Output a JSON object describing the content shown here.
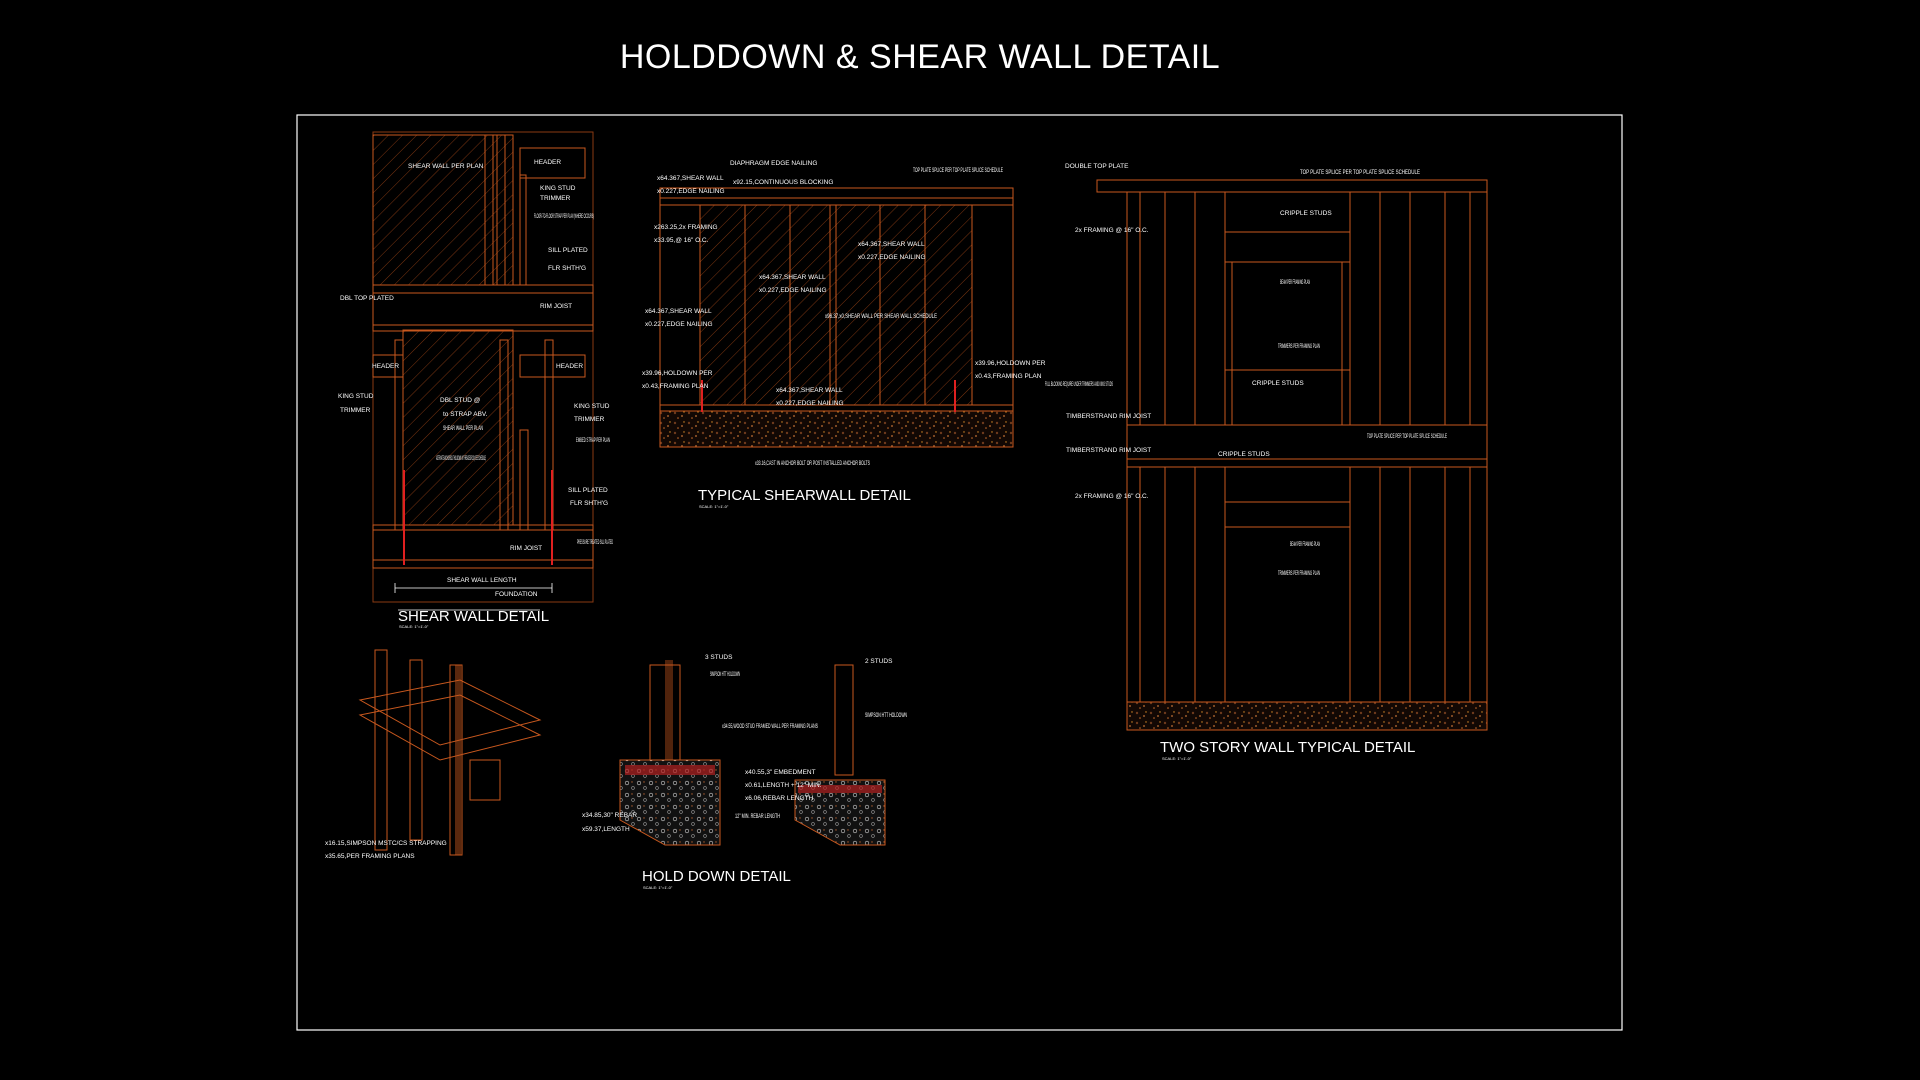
{
  "title": "HOLDDOWN & SHEAR WALL DETAIL",
  "colors": {
    "background": "#000000",
    "framing": "#c8581e",
    "text": "#ffffff",
    "dim": "#8a3a12",
    "highlight": "#e02020"
  },
  "details": {
    "shear_wall": {
      "title": "SHEAR WALL DETAIL",
      "scale": "SCALE: 1\"=1'-0\"",
      "labels": [
        "SHEAR WALL PER PLAN",
        "HEADER",
        "KING STUD",
        "TRIMMER",
        "FLOOR-TO-FLOOR STRAP PER PLAN (WHERE OCCURS)",
        "SILL PLATED",
        "FLR SHTH'G",
        "DBL TOP PLATED",
        "RIM JOIST",
        "HEADER",
        "HEADER",
        "KING STUD",
        "TRIMMER",
        "DBL STUD @",
        "to STRAP ABV.",
        "SHEAR WALL PER PLAN",
        "KING STUD",
        "TRIMMER",
        "EMBED STRAP PER PLAN",
        "ALTERNATE ANCHOR BOLT HOLDOWN W/ THREADED ROD (SEE SCHEDULE)",
        "SILL PLATED",
        "FLR SHTH'G",
        "RIM JOIST",
        "PRESSURE TREATED SILL PLATED",
        "SHEAR WALL LENGTH",
        "FOUNDATION"
      ]
    },
    "typical_shearwall": {
      "title": "TYPICAL SHEARWALL DETAIL",
      "scale": "SCALE: 1\"=1'-0\"",
      "labels": [
        "DIAPHRAGM EDGE NAILING",
        "TOP PLATE SPLICE PER TOP PLATE SPLICE SCHEDULE",
        "x64.367,SHEAR WALL",
        "x0.227,EDGE NAILING",
        "x92.15,CONTINUOUS BLOCKING",
        "x263.25,2x FRAMING",
        "x33.95,@ 16\" O.C.",
        "x64.367,SHEAR WALL",
        "x0.227,EDGE NAILING",
        "x64.367,SHEAR WALL",
        "x0.227,EDGE NAILING",
        "x64.367,SHEAR WALL",
        "x0.227,EDGE NAILING",
        "x96.37,x0,SHEAR WALL PER SHEAR WALL SCHEDULE",
        "x39.96,HOLDOWN PER",
        "x0.43,FRAMING PLAN",
        "x39.96,HOLDOWN PER",
        "x0.43,FRAMING PLAN",
        "x64.367,SHEAR WALL",
        "x0.227,EDGE NAILING",
        "x33.16,CAST IN ANCHOR BOLT OR POST INSTALLED ANCHOR BOLTS"
      ]
    },
    "two_story": {
      "title": "TWO STORY WALL TYPICAL DETAIL",
      "scale": "SCALE: 1\"=1'-0\"",
      "labels": [
        "DOUBLE TOP PLATE",
        "TOP PLATE SPLICE PER TOP PLATE SPLICE SCHEDULE",
        "CRIPPLE STUDS",
        "2x FRAMING @ 16\" O.C.",
        "BEAM PER FRAMING PLAN",
        "TRIMMERS PER FRAMING PLAN",
        "CRIPPLE STUDS",
        "FULL BLOCKING REQUIRE UNDER TRIMMERS AND KING STUDS",
        "TIMBERSTRAND RIM JOIST",
        "TOP PLATE SPLICE PER TOP PLATE SPLICE SCHEDULE",
        "TIMBERSTRAND RIM JOIST",
        "CRIPPLE STUDS",
        "2x FRAMING @ 16\" O.C.",
        "BEAM PER FRAMING PLAN",
        "TRIMMERS PER FRAMING PLAN"
      ]
    },
    "strap": {
      "labels": [
        "x16.15,SIMPSON MSTC/CS STRAPPING",
        "x35.65,PER FRAMING PLANS"
      ]
    },
    "hold_down": {
      "title": "HOLD DOWN DETAIL",
      "scale": "SCALE: 1\"=1'-0\"",
      "labels": [
        "3 STUDS",
        "SIMPSON HTT HOLDOWN",
        "x34.85,30\" REBAR",
        "x59.37,LENGTH",
        "12\" MIN. REBAR LENGTH",
        "2 STUDS",
        "x34.55,WOOD STUD FRAMED WALL PER FRAMING PLANS",
        "SIMPSON HTT HOLDOWN",
        "x40.55,3\" EMBEDMENT",
        "x0.61,LENGTH + 12\" MIN.",
        "x6.06,REBAR LENGTH"
      ]
    }
  }
}
